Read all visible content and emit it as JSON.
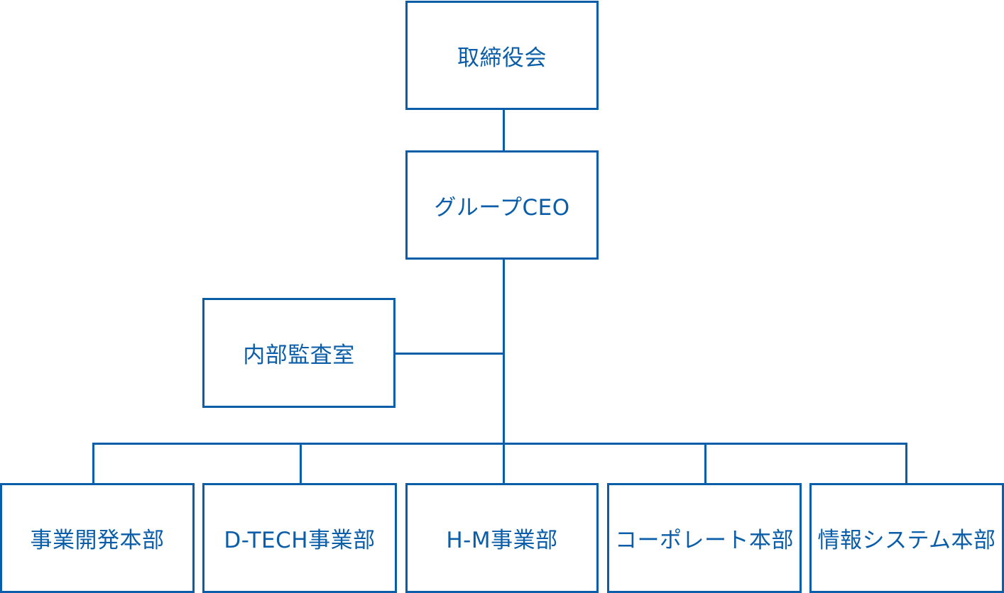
{
  "org_chart": {
    "line_color": "#0a5da8",
    "board": "取締役会",
    "ceo": "グループCEO",
    "audit": "内部監査室",
    "divisions": [
      "事業開発本部",
      "D-TECH事業部",
      "H-M事業部",
      "コーポレート本部",
      "情報システム本部"
    ]
  }
}
